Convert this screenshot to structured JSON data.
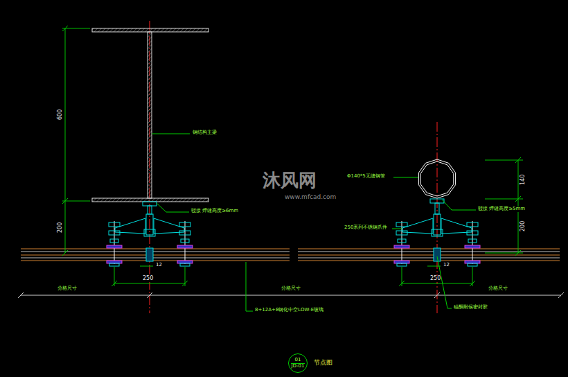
{
  "diagram": {
    "caption": "节点图",
    "nodes": [
      {
        "text": [
          "01",
          "JD-01"
        ]
      }
    ],
    "labels": [
      "600",
      "200",
      "钢结构主梁",
      "驳接 焊缝高度≥6mm",
      "12",
      "250",
      "分格尺寸",
      "分格尺寸",
      "分格尺寸",
      "8+12A+8钢化中空LOW-E玻璃",
      "Φ140*5无缝钢管",
      "140",
      "200",
      "驳接 焊缝高度≥5mm",
      "250系列不锈钢爪件",
      "12",
      "250",
      "硅酮耐候密封胶",
      "沐风网",
      "www.mfcad.com"
    ]
  }
}
